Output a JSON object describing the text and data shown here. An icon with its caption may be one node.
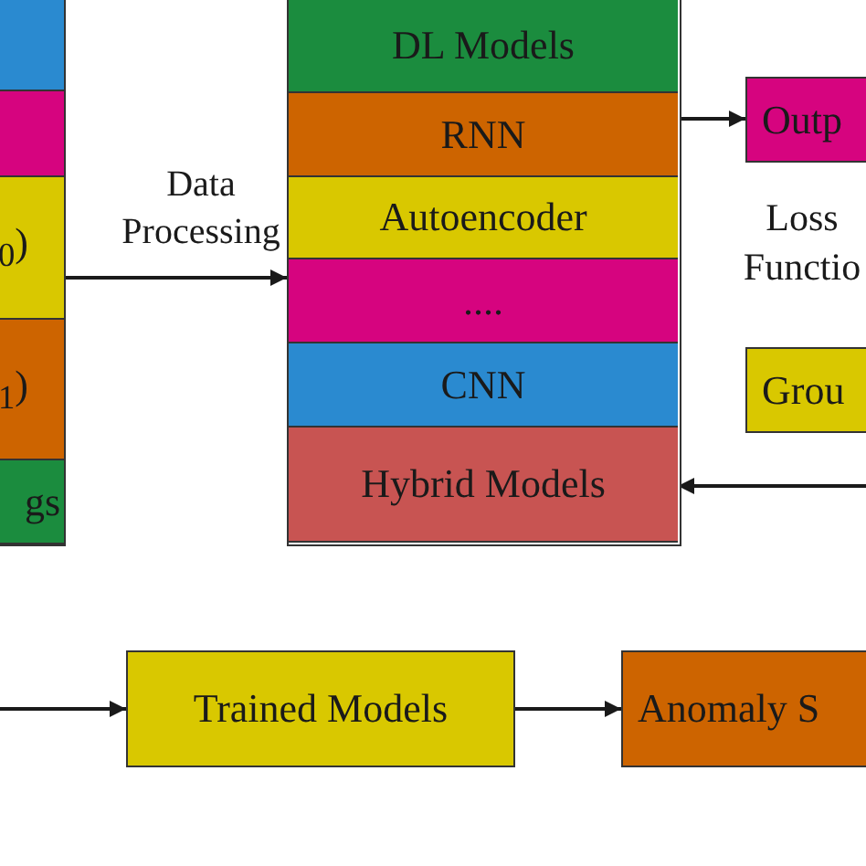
{
  "diagram": {
    "nodes": [
      {
        "text": [],
        "shape": "box"
      },
      {
        "text": [],
        "shape": "box",
        "in": 0
      },
      {
        "text": [],
        "shape": "box",
        "in": 0
      },
      {
        "text": [
          "$_{0}$)"
        ],
        "in": 0
      },
      {
        "text": [
          "$_{1}$)"
        ],
        "in": 0
      },
      {
        "text": [
          "gs"
        ],
        "in": 0
      },
      {
        "text": [],
        "shape": "box"
      },
      {
        "text": [
          "DL Models"
        ],
        "in": 6
      },
      {
        "text": [
          "RNN"
        ],
        "in": 6
      },
      {
        "text": [
          "Autoencoder"
        ],
        "in": 6
      },
      {
        "text": [
          "...."
        ],
        "in": 6
      },
      {
        "text": [
          "CNN"
        ],
        "in": 6
      },
      {
        "text": [
          "Hybrid Models"
        ],
        "in": 6
      },
      {
        "text": [
          "Outp"
        ]
      },
      {
        "text": [
          "Grou"
        ]
      },
      {
        "text": [
          "Trained Models"
        ]
      },
      {
        "text": [
          "Anomaly S"
        ]
      }
    ],
    "edges": [
      {
        "from": 3,
        "to": 6,
        "label": "Data Processing",
        "arrow": "to"
      },
      {
        "from": 8,
        "to": 13,
        "arrow": "to"
      },
      {
        "from": null,
        "to": 12,
        "arrow": "to"
      },
      {
        "from": null,
        "to": 15,
        "arrow": "to"
      },
      {
        "from": 15,
        "to": 16,
        "arrow": "to"
      }
    ],
    "labels": [
      "Loss Functio"
    ]
  }
}
